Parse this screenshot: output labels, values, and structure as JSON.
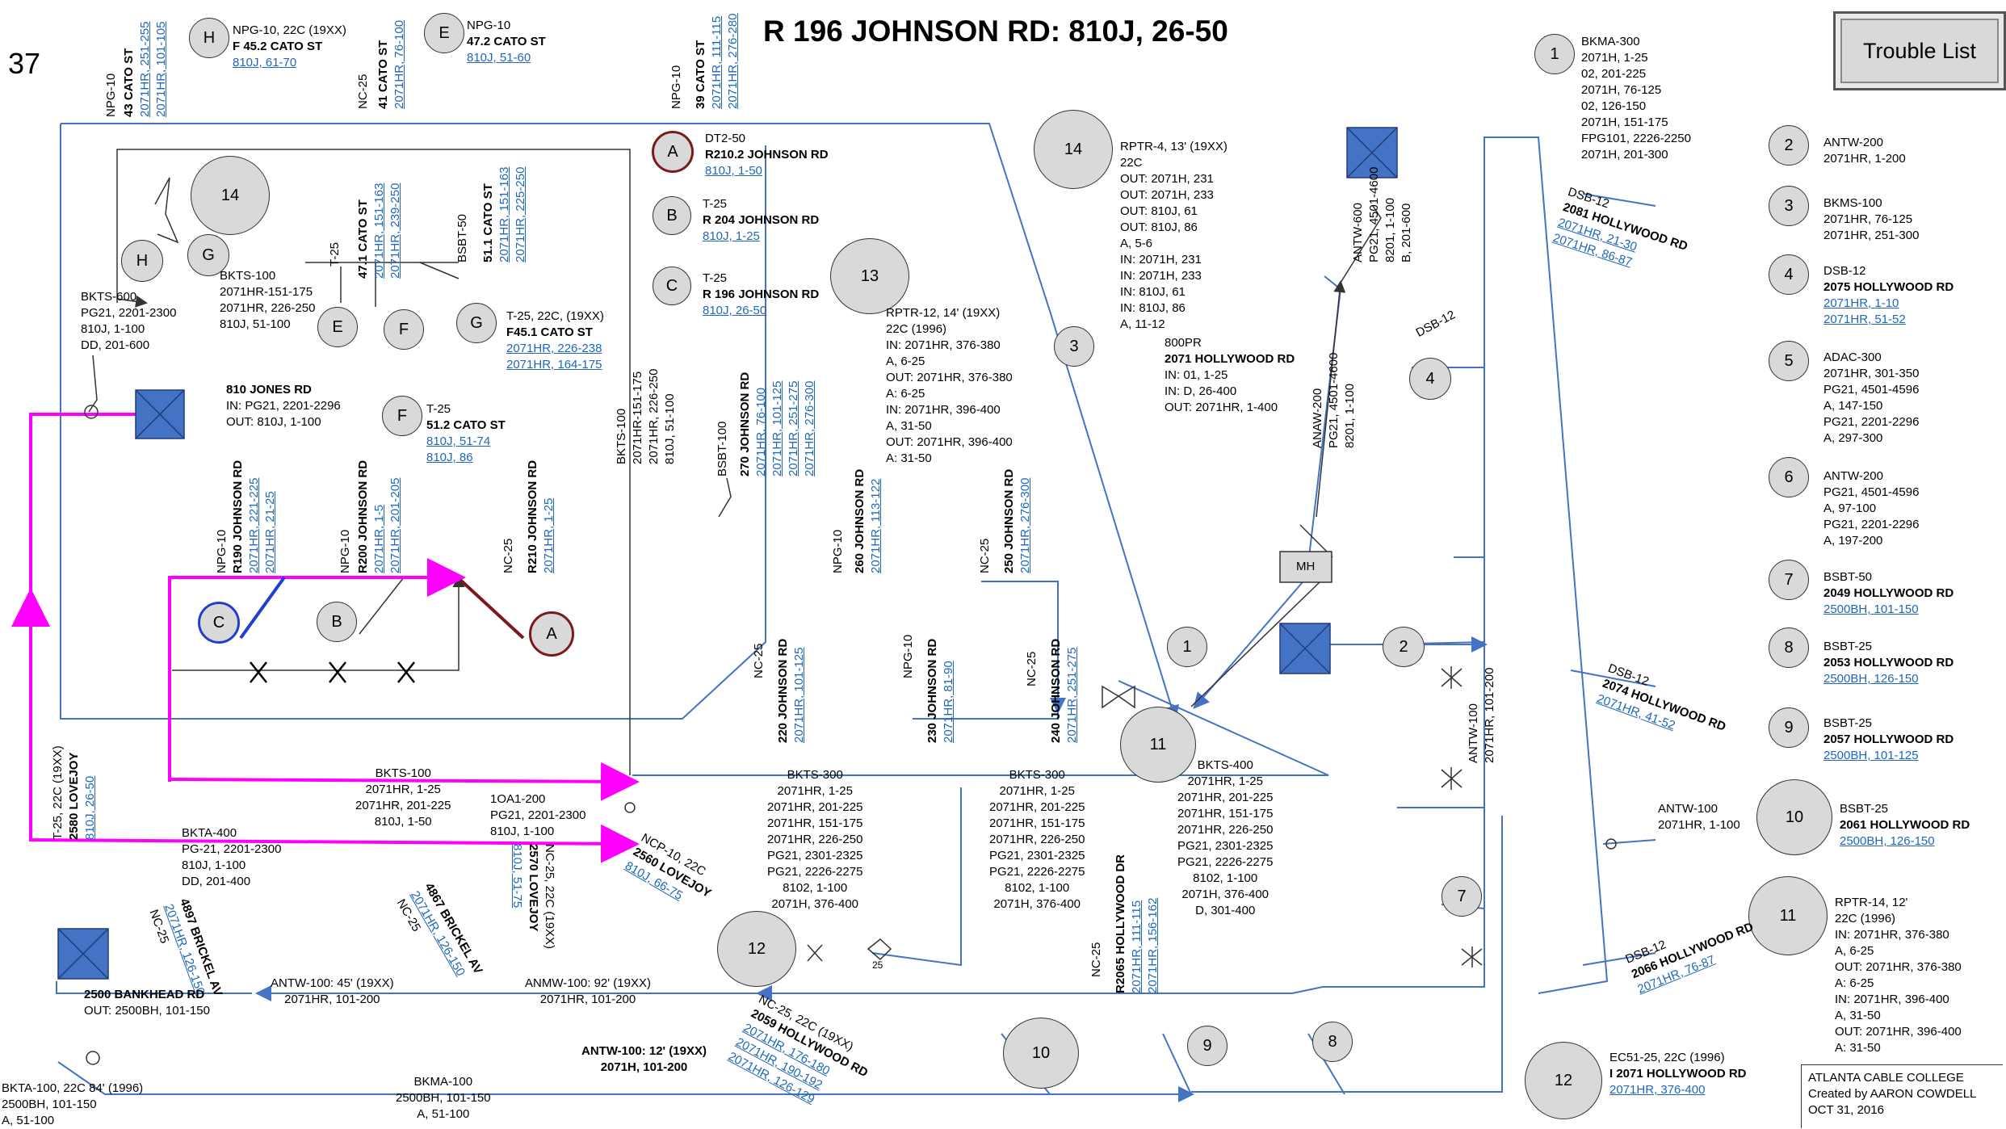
{
  "page_number": "37",
  "title": "R 196 JOHNSON RD: 810J, 26-50",
  "trouble_button": "Trouble List",
  "footer": [
    "ATLANTA CABLE COLLEGE",
    "Created by AARON COWDELL",
    "OCT 31, 2016"
  ],
  "colors": {
    "cable": "#4472c4",
    "drop": "#ff00ff",
    "terminal_box": "#4472c4",
    "node_fill": "#d9d9d9",
    "link": "#1f67b7",
    "red_circle": "#8b1a1a",
    "blue_circle": "#1f3fd1"
  },
  "top_labels": {
    "npg10_43": {
      "t1": "NPG-10",
      "t2": "43 CATO ST",
      "l1": "2071HR, 251-255",
      "l2": "2071HR, 101-105"
    },
    "h_top": {
      "n": "H",
      "a": "NPG-10, 22C (19XX)",
      "b": "F 45.2 CATO ST",
      "c": "810J, 61-70"
    },
    "nc25_41": {
      "t1": "NC-25",
      "t2": "41 CATO ST",
      "l1": "2071HR, 76-100"
    },
    "e_top": {
      "n": "E",
      "a": "NPG-10",
      "b": "47.2 CATO ST",
      "c": "810J, 51-60"
    },
    "npg10_39": {
      "t1": "NPG-10",
      "t2": "39 CATO ST",
      "l1": "2071HR, 111-115",
      "l2": "2071HR, 276-280"
    }
  },
  "left_block": {
    "bkts600": [
      "BKTS-600",
      "PG21, 2201-2300",
      "810J, 1-100",
      "DD, 201-600"
    ],
    "bkts100a": [
      "BKTS-100",
      "2071HR-151-175",
      "2071HR, 226-250",
      "810J, 51-100"
    ],
    "t25_471": {
      "a": "T-25",
      "b": "47.1 CATO ST",
      "l1": "2071HR, 151-163",
      "l2": "2071HR, 239-250"
    },
    "bsbt50_511": {
      "a": "BSBT-50",
      "b": "51.1 CATO ST",
      "l1": "2071HR, 151-163",
      "l2": "2071HR, 225-250"
    },
    "g_node": {
      "a": "T-25, 22C, (19XX)",
      "b": "F45.1 CATO ST",
      "l1": "2071HR, 226-238",
      "l2": "2071HR, 164-175"
    },
    "jones": [
      "810 JONES RD",
      "IN: PG21, 2201-2296",
      "OUT: 810J, 1-100"
    ],
    "f_node": {
      "a": "T-25",
      "b": "51.2 CATO ST",
      "l1": "810J, 51-74",
      "l2": "810J, 86"
    },
    "r190": {
      "a": "NPG-10",
      "b": "R190 JOHNSON RD",
      "l1": "2071HR, 221-225",
      "l2": "2071HR, 21-25"
    },
    "r200": {
      "a": "NPG-10",
      "b": "R200 JOHNSON RD",
      "l1": "2071HR, 1-5",
      "l2": "2071HR, 201-205"
    },
    "r210": {
      "a": "NC-25",
      "b": "R210 JOHNSON RD",
      "l1": "2071HR, 1-25"
    }
  },
  "center_block": {
    "a_node": {
      "a": "DT2-50",
      "b": "R210.2 JOHNSON RD",
      "l1": "810J, 1-50"
    },
    "b_node": {
      "a": "T-25",
      "b": "R 204 JOHNSON RD",
      "l1": "810J, 1-25"
    },
    "c_node": {
      "a": "T-25",
      "b": "R 196 JOHNSON RD",
      "l1": "810J, 26-50"
    },
    "bkts100v": [
      "BKTS-100",
      "2071HR-151-175",
      "2071HR, 226-250",
      "810J, 51-100"
    ],
    "rptr12": [
      "RPTR-12, 14' (19XX)",
      "22C (1996)",
      "IN: 2071HR, 376-380",
      "A, 6-25",
      "OUT: 2071HR, 376-380",
      "A: 6-25",
      "IN: 2071HR, 396-400",
      "A, 31-50",
      "OUT: 2071HR, 396-400",
      "A: 31-50"
    ],
    "bsbt100_270": {
      "a": "BSBT-100",
      "b": "270 JOHNSON RD",
      "l1": "2071HR, 76-100",
      "l2": "2071HR, 101-125",
      "l3": "2071HR, 251-275",
      "l4": "2071HR, 276-300"
    },
    "npg10_260": {
      "a": "NPG-10",
      "b": "260 JOHNSON RD",
      "l1": "2071HR, 113-122"
    },
    "nc25_250": {
      "a": "NC-25",
      "b": "250 JOHNSON RD",
      "l1": "2071HR, 276-300"
    },
    "nc25_220": {
      "a": "NC-25",
      "b": "220 JOHNSON RD",
      "l1": "2071HR, 101-125"
    },
    "npg10_230": {
      "a": "NPG-10",
      "b": "230 JOHNSON RD",
      "l1": "2071HR, 81-90"
    },
    "nc25_240": {
      "a": "NC-25",
      "b": "240 JOHNSON RD",
      "l1": "2071HR, 251-275"
    },
    "rptr4": [
      "RPTR-4, 13' (19XX)",
      "22C",
      "OUT: 2071H, 231",
      "OUT: 2071H, 233",
      "OUT: 810J, 61",
      "OUT: 810J, 86",
      "A, 5-6",
      "IN: 2071H, 231",
      "IN: 2071H, 233",
      "IN: 810J, 61",
      "IN: 810J, 86",
      "A, 11-12"
    ],
    "pr800": [
      "800PR",
      "2071 HOLLYWOOD RD",
      "IN: 01, 1-25",
      "IN: D, 26-400",
      "OUT: 2071HR, 1-400"
    ],
    "antw600": [
      "ANTW-600",
      "PG21, 4501-4600",
      "8201, 1-100",
      "B, 201-600"
    ],
    "anaw200": [
      "ANAW-200",
      "PG21, 4501-4600",
      "8201, 1-100"
    ],
    "mh": "MH",
    "dsb12_v": "DSB-12",
    "antw100_v": [
      "ANTW-100",
      "2071HR, 101-200"
    ]
  },
  "bottom_block": {
    "bkts100b": [
      "BKTS-100",
      "2071HR, 1-25",
      "2071HR, 201-225",
      "810J, 1-50"
    ],
    "bkta400": [
      "BKTA-400",
      "PG-21, 2201-2300",
      "810J, 1-100",
      "DD, 201-400"
    ],
    "lovejoy2580": {
      "a": "T-25, 22C (19XX)",
      "b": "2580 LOVEJOY",
      "l1": "810J, 26-50"
    },
    "oa1": [
      "1OA1-200",
      "PG21, 2201-2300",
      "810J, 1-100"
    ],
    "lovejoy2570": {
      "a": "NC-25, 22C (19XX)",
      "b": "2570 LOVEJOY",
      "l1": "810J, 51-75"
    },
    "lovejoy2560": {
      "a": "NCP-10, 22C",
      "b": "2560 LOVEJOY",
      "l1": "810J, 66-75"
    },
    "bkts300a": [
      "BKTS-300",
      "2071HR, 1-25",
      "2071HR, 201-225",
      "2071HR, 151-175",
      "2071HR, 226-250",
      "PG21, 2301-2325",
      "PG21, 2226-2275",
      "8102, 1-100",
      "2071H, 376-400"
    ],
    "bkts300b": [
      "BKTS-300",
      "2071HR, 1-25",
      "2071HR, 201-225",
      "2071HR, 151-175",
      "2071HR, 226-250",
      "PG21, 2301-2325",
      "PG21, 2226-2275",
      "8102, 1-100",
      "2071H, 376-400"
    ],
    "bkts400": [
      "BKTS-400",
      "2071HR, 1-25",
      "2071HR, 201-225",
      "2071HR, 151-175",
      "2071HR, 226-250",
      "PG21, 2301-2325",
      "PG21, 2226-2275",
      "8102, 1-100",
      "2071H, 376-400",
      "D, 301-400"
    ],
    "r2065": {
      "a": "NC-25",
      "b": "R2065 HOLLYWOOD DR",
      "l1": "2071HR, 111-115",
      "l2": "2071HR, 156-162"
    },
    "brickel4897": {
      "a": "NC-25",
      "b": "4897 BRICKEL AV",
      "l1": "2071HR, 126-150"
    },
    "brickel4867": {
      "a": "NC-25",
      "b": "4867 BRICKEL AV",
      "l1": "2071HR, 126-150"
    },
    "bankhead": [
      "2500 BANKHEAD RD",
      "OUT: 2500BH, 101-150"
    ],
    "antw100_45": [
      "ANTW-100: 45' (19XX)",
      "2071HR, 101-200"
    ],
    "anmw100_92": [
      "ANMW-100: 92' (19XX)",
      "2071HR, 101-200"
    ],
    "antw100_12": [
      "ANTW-100: 12' (19XX)",
      "2071H, 101-200"
    ],
    "hollywood2059": {
      "a": "NC-25, 22C (19XX)",
      "b": "2059 HOLLYWOOD RD",
      "l1": "2071HR, 176-180",
      "l2": "2071HR, 190-192",
      "l3": "2071HR, 126-129"
    },
    "bkta100_84": [
      "BKTA-100, 22C 84' (1996)",
      "2500BH, 101-150",
      "A, 51-100"
    ],
    "bkma100": [
      "BKMA-100",
      "2500BH, 101-150",
      "A, 51-100"
    ],
    "pole25": "25"
  },
  "right_block": {
    "bkma300": [
      "BKMA-300",
      "2071H, 1-25",
      "02, 201-225",
      "2071H, 76-125",
      "02, 126-150",
      "2071H, 151-175",
      "FPG101, 2226-2250",
      "2071H, 201-300"
    ],
    "antw200": [
      "ANTW-200",
      "2071HR, 1-200"
    ],
    "bkms100": [
      "BKMS-100",
      "2071HR, 76-125",
      "2071HR, 251-300"
    ],
    "dsb12_2075": {
      "a": "DSB-12",
      "b": "2075 HOLLYWOOD RD",
      "l1": "2071HR, 1-10",
      "l2": "2071HR, 51-52"
    },
    "adac300": [
      "ADAC-300",
      "2071HR, 301-350",
      "PG21, 4501-4596",
      "A, 147-150",
      "PG21, 2201-2296",
      "A, 297-300"
    ],
    "antw200b": [
      "ANTW-200",
      "PG21, 4501-4596",
      "A, 97-100",
      "PG21, 2201-2296",
      "A, 197-200"
    ],
    "bsbt50_2049": {
      "a": "BSBT-50",
      "b": "2049 HOLLYWOOD RD",
      "l1": "2500BH, 101-150"
    },
    "bsbt25_2053": {
      "a": "BSBT-25",
      "b": "2053 HOLLYWOOD RD",
      "l1": "2500BH, 126-150"
    },
    "bsbt25_2057": {
      "a": "BSBT-25",
      "b": "2057 HOLLYWOOD RD",
      "l1": "2500BH, 101-125"
    },
    "bsbt25_2061": {
      "a": "BSBT-25",
      "b": "2061 HOLLYWOOD RD",
      "l1": "2500BH, 126-150"
    },
    "rptr14": [
      "RPTR-14, 12'",
      "22C (1996)",
      "IN: 2071HR, 376-380",
      "A, 6-25",
      "OUT: 2071HR, 376-380",
      "A: 6-25",
      "IN: 2071HR, 396-400",
      "A, 31-50",
      "OUT: 2071HR, 396-400",
      "A: 31-50"
    ],
    "ec51": {
      "a": "EC51-25, 22C (1996)",
      "b": "I 2071 HOLLYWOOD RD",
      "l1": "2071HR, 376-400"
    },
    "dsb12_2081": {
      "a": "DSB-12",
      "b": "2081 HOLLYWOOD RD",
      "l1": "2071HR, 21-30",
      "l2": "2071HR, 86-87"
    },
    "dsb12_4": "DSB-12",
    "dsb12_2074": {
      "a": "DSB-12",
      "b": "2074 HOLLYWOOD RD",
      "l1": "2071HR, 41-52"
    },
    "antw100_10": [
      "ANTW-100",
      "2071HR, 1-100"
    ],
    "dsb12_2066": {
      "a": "DSB-12",
      "b": "2066 HOLLYWOOD RD",
      "l1": "2071HR, 76-87"
    }
  },
  "node_labels": {
    "n1": "1",
    "n2": "2",
    "n3": "3",
    "n4": "4",
    "n5": "5",
    "n6": "6",
    "n7": "7",
    "n8": "8",
    "n9": "9",
    "n10": "10",
    "n11": "11",
    "n12": "12",
    "n13": "13",
    "n14": "14",
    "A": "A",
    "B": "B",
    "C": "C",
    "E": "E",
    "F": "F",
    "G": "G",
    "H": "H"
  }
}
